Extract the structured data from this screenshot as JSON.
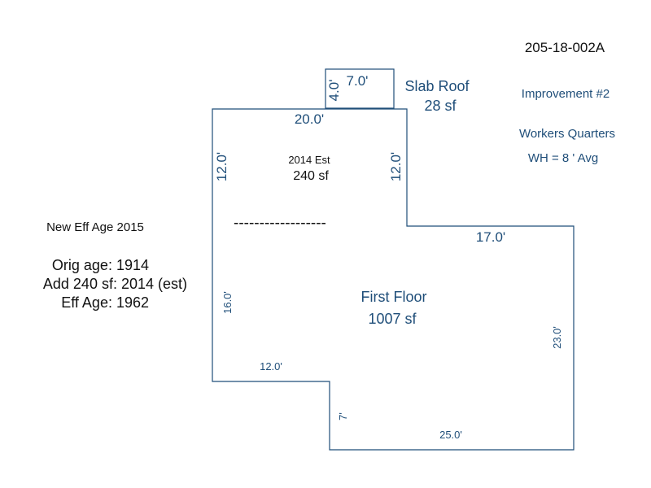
{
  "parcel_id": "205-18-002A",
  "improvement": "Improvement #2",
  "use": "Workers Quarters",
  "wall_height": "WH = 8 ' Avg",
  "new_eff_age": "New Eff Age 2015",
  "age_notes": [
    "Orig age: 1914",
    "Add 240 sf: 2014 (est)",
    "Eff Age: 1962"
  ],
  "slab_roof": {
    "label": "Slab Roof",
    "area": "28 sf",
    "width": "7.0'",
    "depth": "4.0'"
  },
  "addition": {
    "label": "2014 Est",
    "area": "240 sf",
    "width": "20.0'",
    "left_side": "12.0'",
    "right_side": "12.0'"
  },
  "first_floor": {
    "label": "First Floor",
    "area": "1007 sf"
  },
  "dimensions": {
    "upper_right": "17.0'",
    "right_side": "23.0'",
    "bottom": "25.0'",
    "notch_vertical": "7'",
    "notch_horizontal": "12.0'",
    "left_side": "16.0'"
  },
  "divider": "------------------",
  "colors": {
    "outline": "#1f4e79",
    "text_blue": "#1f4e79",
    "text_black": "#111111"
  }
}
